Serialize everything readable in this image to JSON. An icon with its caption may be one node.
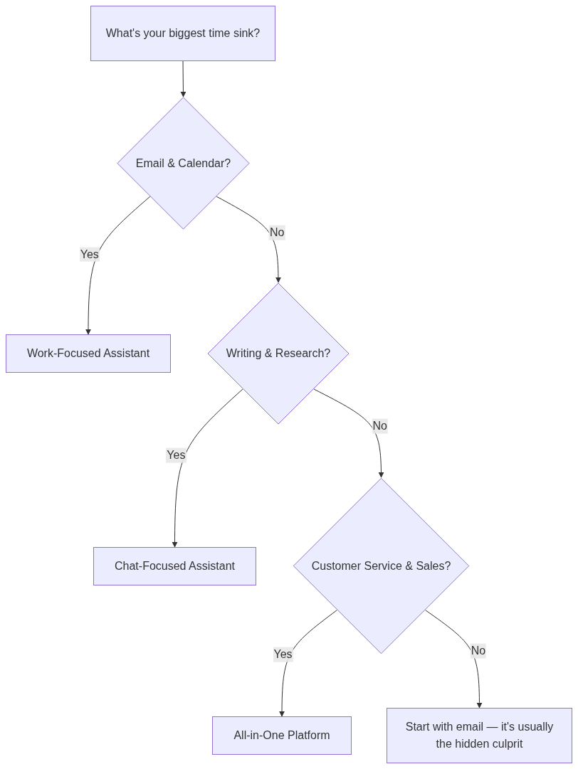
{
  "diagram": {
    "nodes": [
      {
        "text": [
          "What's your biggest time sink?"
        ]
      },
      {
        "text": [
          "Email & Calendar?"
        ]
      },
      {
        "text": [
          "Work-Focused Assistant"
        ]
      },
      {
        "text": [
          "Writing & Research?"
        ]
      },
      {
        "text": [
          "Chat-Focused Assistant"
        ]
      },
      {
        "text": [
          "Customer Service & Sales?"
        ]
      },
      {
        "text": [
          "All-in-One Platform"
        ]
      },
      {
        "text": [
          "Start with email — it's usually the hidden culprit"
        ]
      }
    ],
    "edges": [
      {
        "from": 0,
        "to": 1,
        "arrow": "to"
      },
      {
        "from": 1,
        "to": 2,
        "label": "Yes",
        "arrow": "to"
      },
      {
        "from": 1,
        "to": 3,
        "label": "No",
        "arrow": "to"
      },
      {
        "from": 3,
        "to": 4,
        "label": "Yes",
        "arrow": "to"
      },
      {
        "from": 3,
        "to": 5,
        "label": "No",
        "arrow": "to"
      },
      {
        "from": 5,
        "to": 6,
        "label": "Yes",
        "arrow": "to"
      },
      {
        "from": 5,
        "to": 7,
        "label": "No",
        "arrow": "to"
      }
    ]
  }
}
